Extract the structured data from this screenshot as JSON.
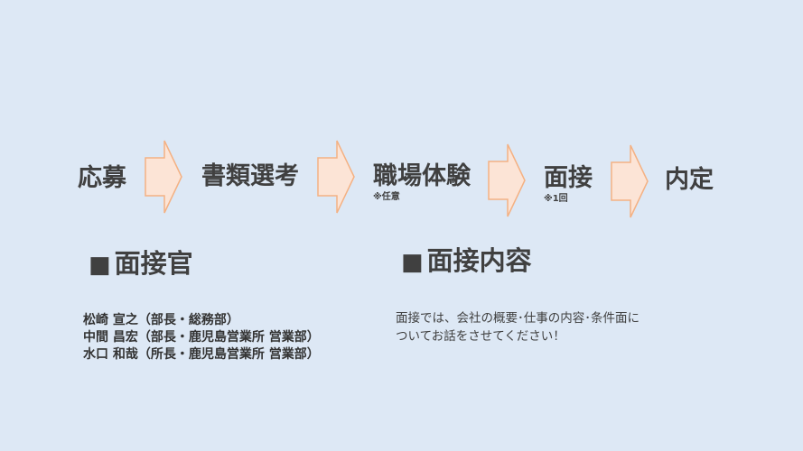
{
  "flow": {
    "steps": [
      {
        "label": "応募"
      },
      {
        "label": "書類選考"
      },
      {
        "label": "職場体験",
        "note": "※任意"
      },
      {
        "label": "面接",
        "note": "※1回"
      },
      {
        "label": "内定"
      }
    ],
    "arrow_fill": "#fce4d6",
    "arrow_stroke": "#f4b183"
  },
  "interviewers": {
    "marker": "■",
    "title": "面接官",
    "people": [
      "松崎 宣之（部長・総務部）",
      "中間 昌宏（部長・鹿児島営業所 営業部）",
      "水口 和哉（所長・鹿児島営業所 営業部）"
    ]
  },
  "content": {
    "marker": "■",
    "title": "面接内容",
    "lines": [
      "面接では、会社の概要･仕事の内容･条件面に",
      "ついてお話をさせてください！"
    ]
  },
  "colors": {
    "background": "#dde8f5",
    "text": "#404040"
  }
}
